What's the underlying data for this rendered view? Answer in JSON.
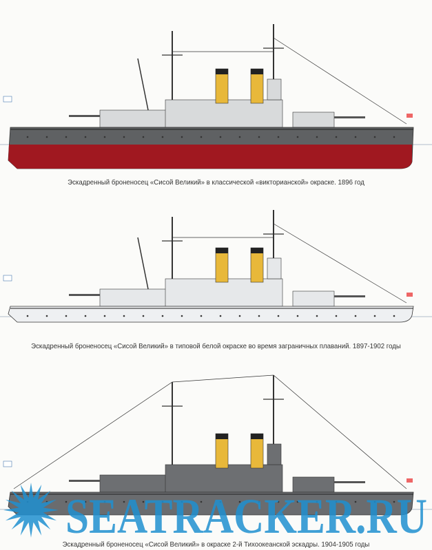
{
  "plates": [
    {
      "caption": "Эскадренный броненосец «Сисой Великий» в классической «викторианской» окраске. 1896 год",
      "colors": {
        "upper": "#d8dadb",
        "hull": "#5f6163",
        "below": "#a01820",
        "funnel": "#e8b83a"
      }
    },
    {
      "caption": "Эскадренный броненосец «Сисой Великий» в типовой белой окраске во время заграничных плаваний. 1897-1902 годы",
      "colors": {
        "upper": "#e6e8ea",
        "hull": "#eef0f2",
        "below": "",
        "funnel": "#e8b83a"
      }
    },
    {
      "caption": "Эскадренный броненосец «Сисой Великий» в окраске 2-й Тихоокеанской эскадры. 1904-1905 годы",
      "colors": {
        "upper": "#6d6f72",
        "hull": "#6a6c6f",
        "below": "",
        "funnel": "#e8b83a"
      }
    }
  ],
  "watermark": {
    "text": "SEATRACKER.RU",
    "color": "#1f8fd0"
  }
}
